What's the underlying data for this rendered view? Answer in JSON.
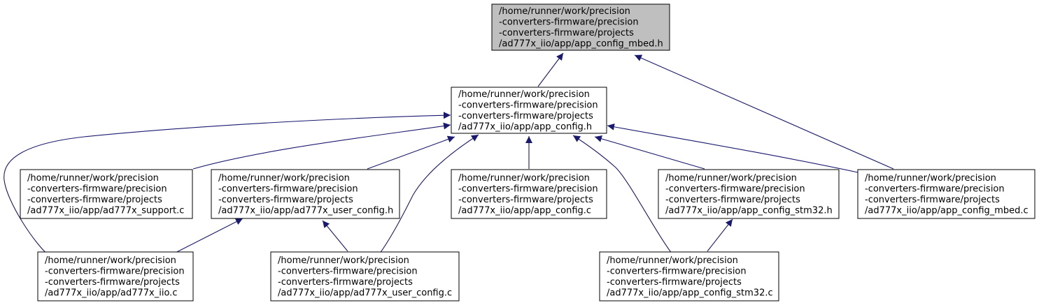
{
  "colors": {
    "edge": "#191970",
    "root_fill": "#bfbfbf",
    "node_fill": "#ffffff",
    "border": "#000000"
  },
  "nodes": {
    "root": {
      "lines": [
        "/home/runner/work/precision",
        "-converters-firmware/precision",
        "-converters-firmware/projects",
        "/ad777x_iio/app/app_config_mbed.h"
      ]
    },
    "app_config_h": {
      "lines": [
        "/home/runner/work/precision",
        "-converters-firmware/precision",
        "-converters-firmware/projects",
        "/ad777x_iio/app/app_config.h"
      ]
    },
    "ad777x_support_c": {
      "lines": [
        "/home/runner/work/precision",
        "-converters-firmware/precision",
        "-converters-firmware/projects",
        "/ad777x_iio/app/ad777x_support.c"
      ]
    },
    "ad777x_user_config_h": {
      "lines": [
        "/home/runner/work/precision",
        "-converters-firmware/precision",
        "-converters-firmware/projects",
        "/ad777x_iio/app/ad777x_user_config.h"
      ]
    },
    "app_config_c": {
      "lines": [
        "/home/runner/work/precision",
        "-converters-firmware/precision",
        "-converters-firmware/projects",
        "/ad777x_iio/app/app_config.c"
      ]
    },
    "app_config_stm32_h": {
      "lines": [
        "/home/runner/work/precision",
        "-converters-firmware/precision",
        "-converters-firmware/projects",
        "/ad777x_iio/app/app_config_stm32.h"
      ]
    },
    "app_config_mbed_c": {
      "lines": [
        "/home/runner/work/precision",
        "-converters-firmware/precision",
        "-converters-firmware/projects",
        "/ad777x_iio/app/app_config_mbed.c"
      ]
    },
    "ad777x_iio_c": {
      "lines": [
        "/home/runner/work/precision",
        "-converters-firmware/precision",
        "-converters-firmware/projects",
        "/ad777x_iio/app/ad777x_iio.c"
      ]
    },
    "ad777x_user_config_c": {
      "lines": [
        "/home/runner/work/precision",
        "-converters-firmware/precision",
        "-converters-firmware/projects",
        "/ad777x_iio/app/ad777x_user_config.c"
      ]
    },
    "app_config_stm32_c": {
      "lines": [
        "/home/runner/work/precision",
        "-converters-firmware/precision",
        "-converters-firmware/projects",
        "/ad777x_iio/app/app_config_stm32.c"
      ]
    }
  },
  "edges": [
    {
      "from": "app_config_h",
      "to": "root"
    },
    {
      "from": "app_config_mbed_c",
      "to": "root"
    },
    {
      "from": "ad777x_iio_c",
      "to": "app_config_h"
    },
    {
      "from": "ad777x_support_c",
      "to": "app_config_h"
    },
    {
      "from": "ad777x_user_config_h",
      "to": "app_config_h"
    },
    {
      "from": "ad777x_user_config_c",
      "to": "app_config_h"
    },
    {
      "from": "app_config_c",
      "to": "app_config_h"
    },
    {
      "from": "app_config_stm32_c",
      "to": "app_config_h"
    },
    {
      "from": "app_config_stm32_h",
      "to": "app_config_h"
    },
    {
      "from": "app_config_mbed_c",
      "to": "app_config_h"
    },
    {
      "from": "ad777x_iio_c",
      "to": "ad777x_user_config_h"
    },
    {
      "from": "ad777x_user_config_c",
      "to": "ad777x_user_config_h"
    },
    {
      "from": "app_config_stm32_c",
      "to": "app_config_stm32_h"
    }
  ]
}
